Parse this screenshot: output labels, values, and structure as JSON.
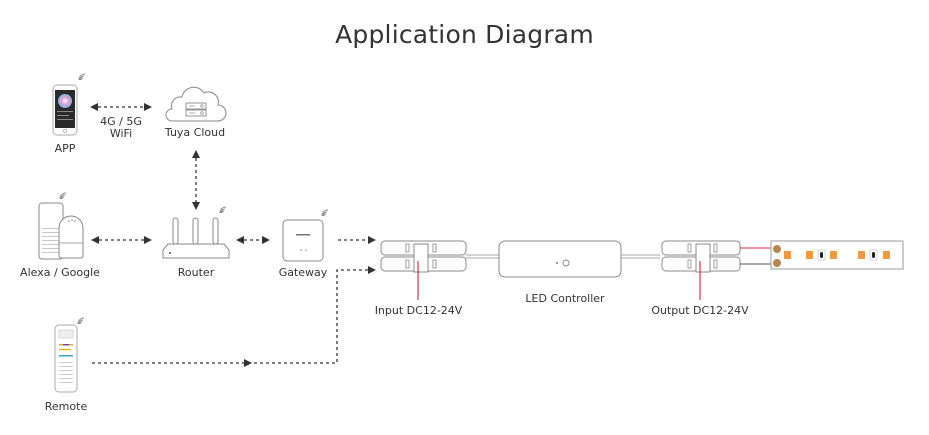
{
  "title": "Application Diagram",
  "nodes": {
    "app": {
      "label": "APP",
      "icon": "smartphone-icon"
    },
    "cloud": {
      "label": "Tuya Cloud",
      "icon": "cloud-server-icon"
    },
    "alexa_google": {
      "label": "Alexa / Google",
      "icon": "smart-speaker-icon"
    },
    "router": {
      "label": "Router",
      "icon": "router-icon"
    },
    "gateway": {
      "label": "Gateway",
      "icon": "gateway-icon"
    },
    "remote": {
      "label": "Remote",
      "icon": "remote-control-icon"
    },
    "controller": {
      "label": "LED Controller",
      "icon": "led-controller-icon"
    },
    "input_connector": {
      "label": "Input DC12-24V",
      "icon": "connector-icon"
    },
    "output_connector": {
      "label": "Output DC12-24V",
      "icon": "connector-icon"
    },
    "led_strip": {
      "icon": "led-strip-icon"
    }
  },
  "links": {
    "app_cloud": {
      "label_line1": "4G / 5G",
      "label_line2": "WiFi"
    }
  },
  "colors": {
    "text": "#333333",
    "line": "#333333",
    "outline": "#888888",
    "wire_red": "#e0304a",
    "led": "#f59a3c",
    "pad": "#b8864e"
  }
}
